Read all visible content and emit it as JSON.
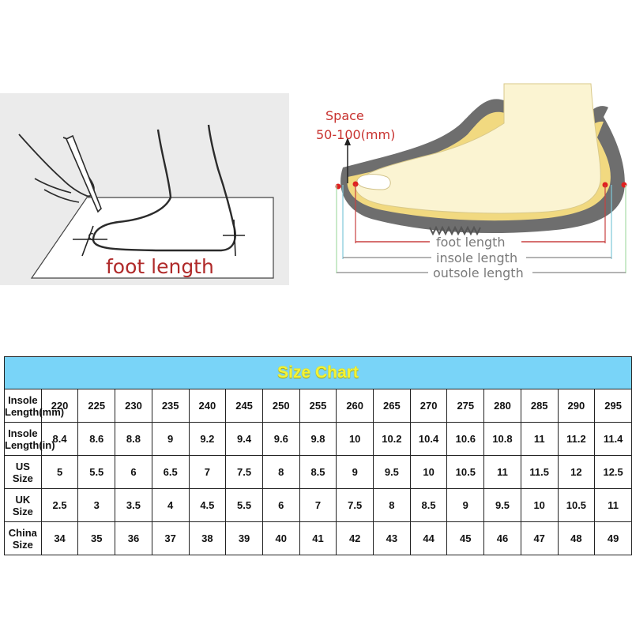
{
  "left_diagram": {
    "label": "foot length"
  },
  "right_diagram": {
    "space_label": "Space",
    "space_value": "50-100(mm)",
    "foot_length_label": "foot length",
    "insole_length_label": "insole length",
    "outsole_length_label": "outsole length"
  },
  "size_chart": {
    "title": "Size Chart",
    "rows": [
      {
        "label": "Insole Length(mm)",
        "values": [
          "220",
          "225",
          "230",
          "235",
          "240",
          "245",
          "250",
          "255",
          "260",
          "265",
          "270",
          "275",
          "280",
          "285",
          "290",
          "295"
        ]
      },
      {
        "label": "Insole Length(in)",
        "values": [
          "8.4",
          "8.6",
          "8.8",
          "9",
          "9.2",
          "9.4",
          "9.6",
          "9.8",
          "10",
          "10.2",
          "10.4",
          "10.6",
          "10.8",
          "11",
          "11.2",
          "11.4"
        ]
      },
      {
        "label": "US Size",
        "values": [
          "5",
          "5.5",
          "6",
          "6.5",
          "7",
          "7.5",
          "8",
          "8.5",
          "9",
          "9.5",
          "10",
          "10.5",
          "11",
          "11.5",
          "12",
          "12.5"
        ]
      },
      {
        "label": "UK Size",
        "values": [
          "2.5",
          "3",
          "3.5",
          "4",
          "4.5",
          "5.5",
          "6",
          "7",
          "7.5",
          "8",
          "8.5",
          "9",
          "9.5",
          "10",
          "10.5",
          "11"
        ]
      },
      {
        "label": "China Size",
        "values": [
          "34",
          "35",
          "36",
          "37",
          "38",
          "39",
          "40",
          "41",
          "42",
          "43",
          "44",
          "45",
          "46",
          "47",
          "48",
          "49"
        ]
      }
    ],
    "colors": {
      "title_bg": "#79d4f8",
      "title_text": "#f2f236"
    }
  }
}
